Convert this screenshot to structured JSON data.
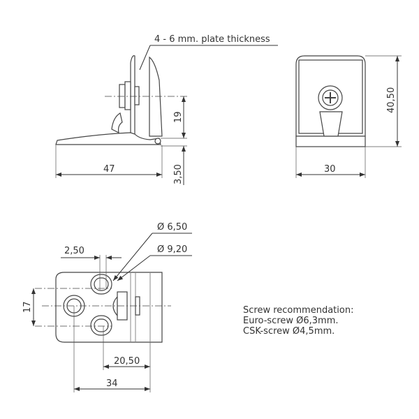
{
  "side_view": {
    "plate_note": "4 - 6 mm. plate thickness",
    "dim_length": "47",
    "dim_height": "19",
    "dim_offset": "3,50"
  },
  "front_view": {
    "dim_height": "40,50",
    "dim_width": "30"
  },
  "bottom_view": {
    "dim_slot_diameter": "Ø 6,50",
    "dim_counterbore_diameter": "Ø 9,20",
    "dim_slot_length": "2,50",
    "dim_hole_spacing": "17",
    "dim_slot_offset": "20,50",
    "dim_depth": "34"
  },
  "notes": {
    "screw_title": "Screw recommendation:",
    "screw_euro": "Euro-screw Ø6,3mm.",
    "screw_csk": "CSK-screw Ø4,5mm."
  }
}
